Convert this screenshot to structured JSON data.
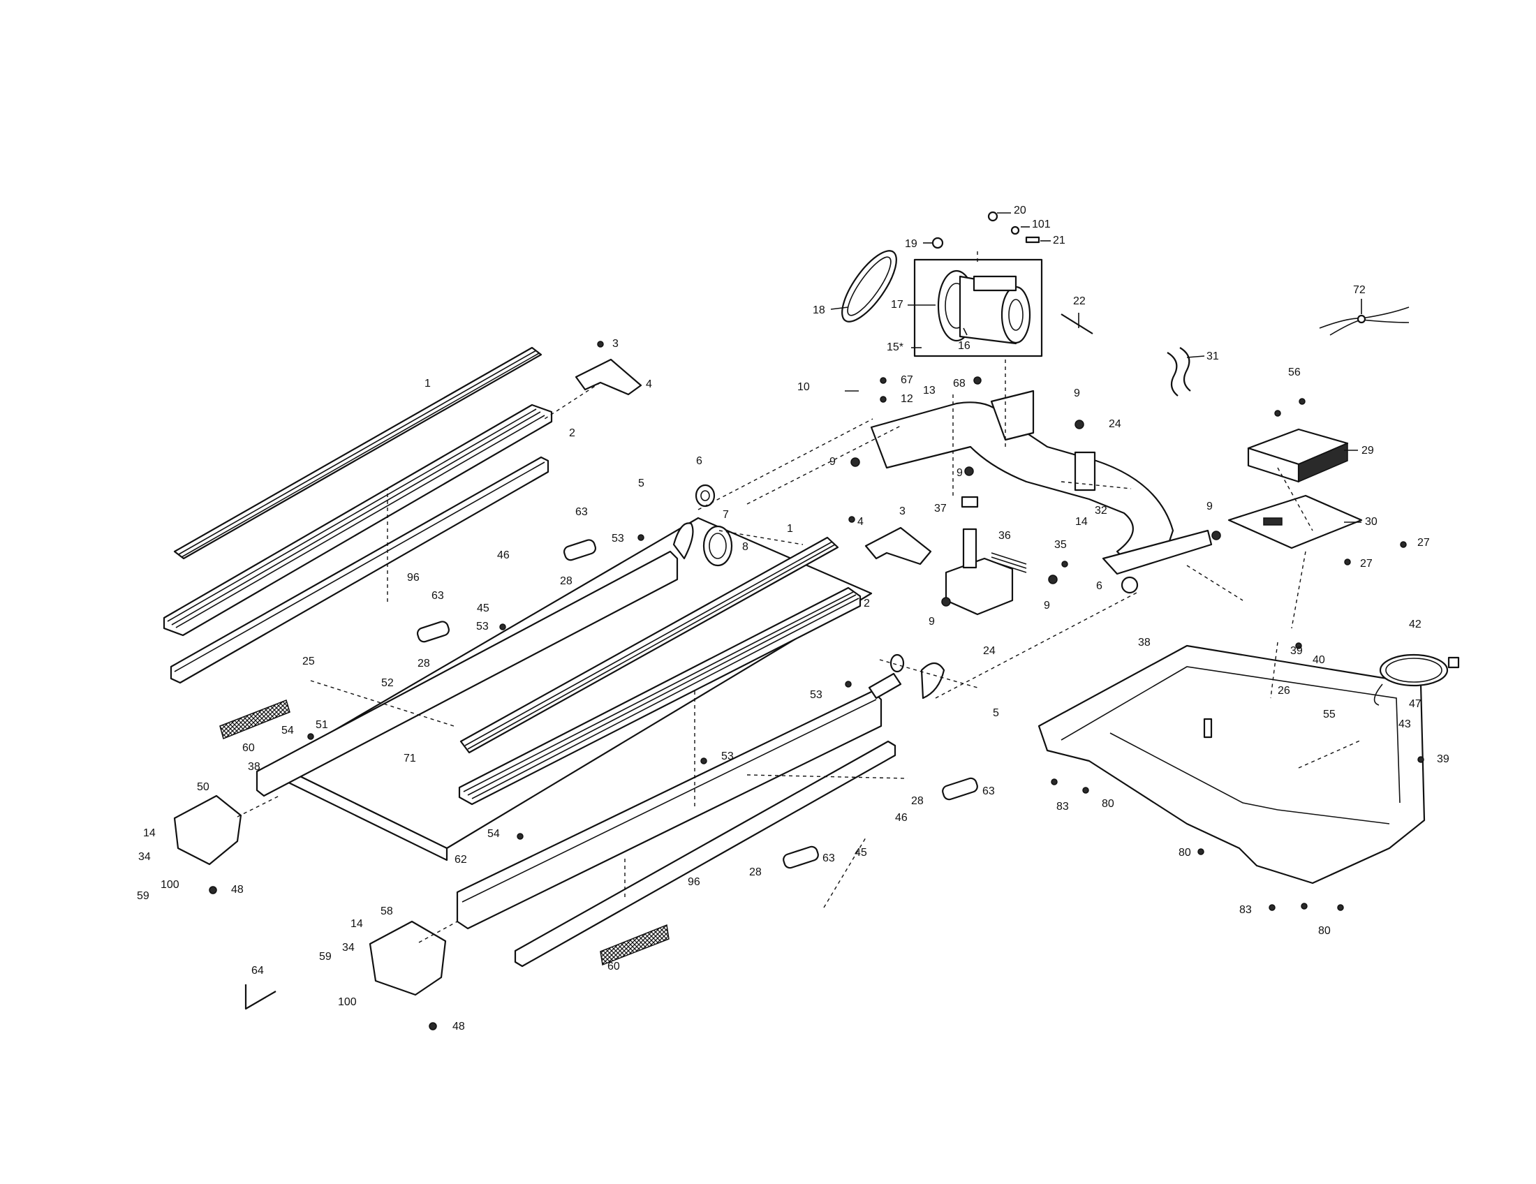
{
  "colors": {
    "ink": "#111111",
    "paper": "#ffffff"
  },
  "callouts": [
    {
      "id": "c-20",
      "label": "20"
    },
    {
      "id": "c-101",
      "label": "101"
    },
    {
      "id": "c-21",
      "label": "21"
    },
    {
      "id": "c-19",
      "label": "19"
    },
    {
      "id": "c-18",
      "label": "18"
    },
    {
      "id": "c-17",
      "label": "17"
    },
    {
      "id": "c-16",
      "label": "16"
    },
    {
      "id": "c-15",
      "label": "15*"
    },
    {
      "id": "c-22",
      "label": "22"
    },
    {
      "id": "c-72",
      "label": "72"
    },
    {
      "id": "c-31",
      "label": "31"
    },
    {
      "id": "c-56",
      "label": "56"
    },
    {
      "id": "c-29",
      "label": "29"
    },
    {
      "id": "c-30",
      "label": "30"
    },
    {
      "id": "c-27a",
      "label": "27"
    },
    {
      "id": "c-27b",
      "label": "27"
    },
    {
      "id": "c-3a",
      "label": "3"
    },
    {
      "id": "c-4a",
      "label": "4"
    },
    {
      "id": "c-1a",
      "label": "1"
    },
    {
      "id": "c-2a",
      "label": "2"
    },
    {
      "id": "c-96a",
      "label": "96"
    },
    {
      "id": "c-10",
      "label": "10"
    },
    {
      "id": "c-67",
      "label": "67"
    },
    {
      "id": "c-12",
      "label": "12"
    },
    {
      "id": "c-68",
      "label": "68"
    },
    {
      "id": "c-13",
      "label": "13"
    },
    {
      "id": "c-9a",
      "label": "9"
    },
    {
      "id": "c-24a",
      "label": "24"
    },
    {
      "id": "c-9b",
      "label": "9"
    },
    {
      "id": "c-9c",
      "label": "9"
    },
    {
      "id": "c-6a",
      "label": "6"
    },
    {
      "id": "c-5a",
      "label": "5"
    },
    {
      "id": "c-7",
      "label": "7"
    },
    {
      "id": "c-8",
      "label": "8"
    },
    {
      "id": "c-53a",
      "label": "53"
    },
    {
      "id": "c-63a",
      "label": "63"
    },
    {
      "id": "c-28a",
      "label": "28"
    },
    {
      "id": "c-46a",
      "label": "46"
    },
    {
      "id": "c-45a",
      "label": "45"
    },
    {
      "id": "c-53b",
      "label": "53"
    },
    {
      "id": "c-63b",
      "label": "63"
    },
    {
      "id": "c-28b",
      "label": "28"
    },
    {
      "id": "c-1b",
      "label": "1"
    },
    {
      "id": "c-2b",
      "label": "2"
    },
    {
      "id": "c-4b",
      "label": "4"
    },
    {
      "id": "c-3b",
      "label": "3"
    },
    {
      "id": "c-37",
      "label": "37"
    },
    {
      "id": "c-36",
      "label": "36"
    },
    {
      "id": "c-32",
      "label": "32"
    },
    {
      "id": "c-14a",
      "label": "14"
    },
    {
      "id": "c-35",
      "label": "35"
    },
    {
      "id": "c-9d",
      "label": "9"
    },
    {
      "id": "c-9e",
      "label": "9"
    },
    {
      "id": "c-9f",
      "label": "9"
    },
    {
      "id": "c-24b",
      "label": "24"
    },
    {
      "id": "c-6b",
      "label": "6"
    },
    {
      "id": "c-25",
      "label": "25"
    },
    {
      "id": "c-51",
      "label": "51"
    },
    {
      "id": "c-52",
      "label": "52"
    },
    {
      "id": "c-60a",
      "label": "60"
    },
    {
      "id": "c-54a",
      "label": "54"
    },
    {
      "id": "c-38a",
      "label": "38"
    },
    {
      "id": "c-50",
      "label": "50"
    },
    {
      "id": "c-14b",
      "label": "14"
    },
    {
      "id": "c-34a",
      "label": "34"
    },
    {
      "id": "c-59a",
      "label": "59"
    },
    {
      "id": "c-100a",
      "label": "100"
    },
    {
      "id": "c-48a",
      "label": "48"
    },
    {
      "id": "c-71",
      "label": "71"
    },
    {
      "id": "c-53c",
      "label": "53"
    },
    {
      "id": "c-53d",
      "label": "53"
    },
    {
      "id": "c-5b",
      "label": "5"
    },
    {
      "id": "c-54b",
      "label": "54"
    },
    {
      "id": "c-62",
      "label": "62"
    },
    {
      "id": "c-96b",
      "label": "96"
    },
    {
      "id": "c-28c",
      "label": "28"
    },
    {
      "id": "c-63c",
      "label": "63"
    },
    {
      "id": "c-46b",
      "label": "46"
    },
    {
      "id": "c-45b",
      "label": "45"
    },
    {
      "id": "c-28d",
      "label": "28"
    },
    {
      "id": "c-63d",
      "label": "63"
    },
    {
      "id": "c-60b",
      "label": "60"
    },
    {
      "id": "c-58",
      "label": "58"
    },
    {
      "id": "c-14c",
      "label": "14"
    },
    {
      "id": "c-34b",
      "label": "34"
    },
    {
      "id": "c-59b",
      "label": "59"
    },
    {
      "id": "c-100b",
      "label": "100"
    },
    {
      "id": "c-48b",
      "label": "48"
    },
    {
      "id": "c-64",
      "label": "64"
    },
    {
      "id": "c-38b",
      "label": "38"
    },
    {
      "id": "c-39a",
      "label": "39"
    },
    {
      "id": "c-40",
      "label": "40"
    },
    {
      "id": "c-42",
      "label": "42"
    },
    {
      "id": "c-47",
      "label": "47"
    },
    {
      "id": "c-26",
      "label": "26"
    },
    {
      "id": "c-55",
      "label": "55"
    },
    {
      "id": "c-43",
      "label": "43"
    },
    {
      "id": "c-39b",
      "label": "39"
    },
    {
      "id": "c-83a",
      "label": "83"
    },
    {
      "id": "c-80a",
      "label": "80"
    },
    {
      "id": "c-80b",
      "label": "80"
    },
    {
      "id": "c-83b",
      "label": "83"
    },
    {
      "id": "c-80c",
      "label": "80"
    }
  ]
}
